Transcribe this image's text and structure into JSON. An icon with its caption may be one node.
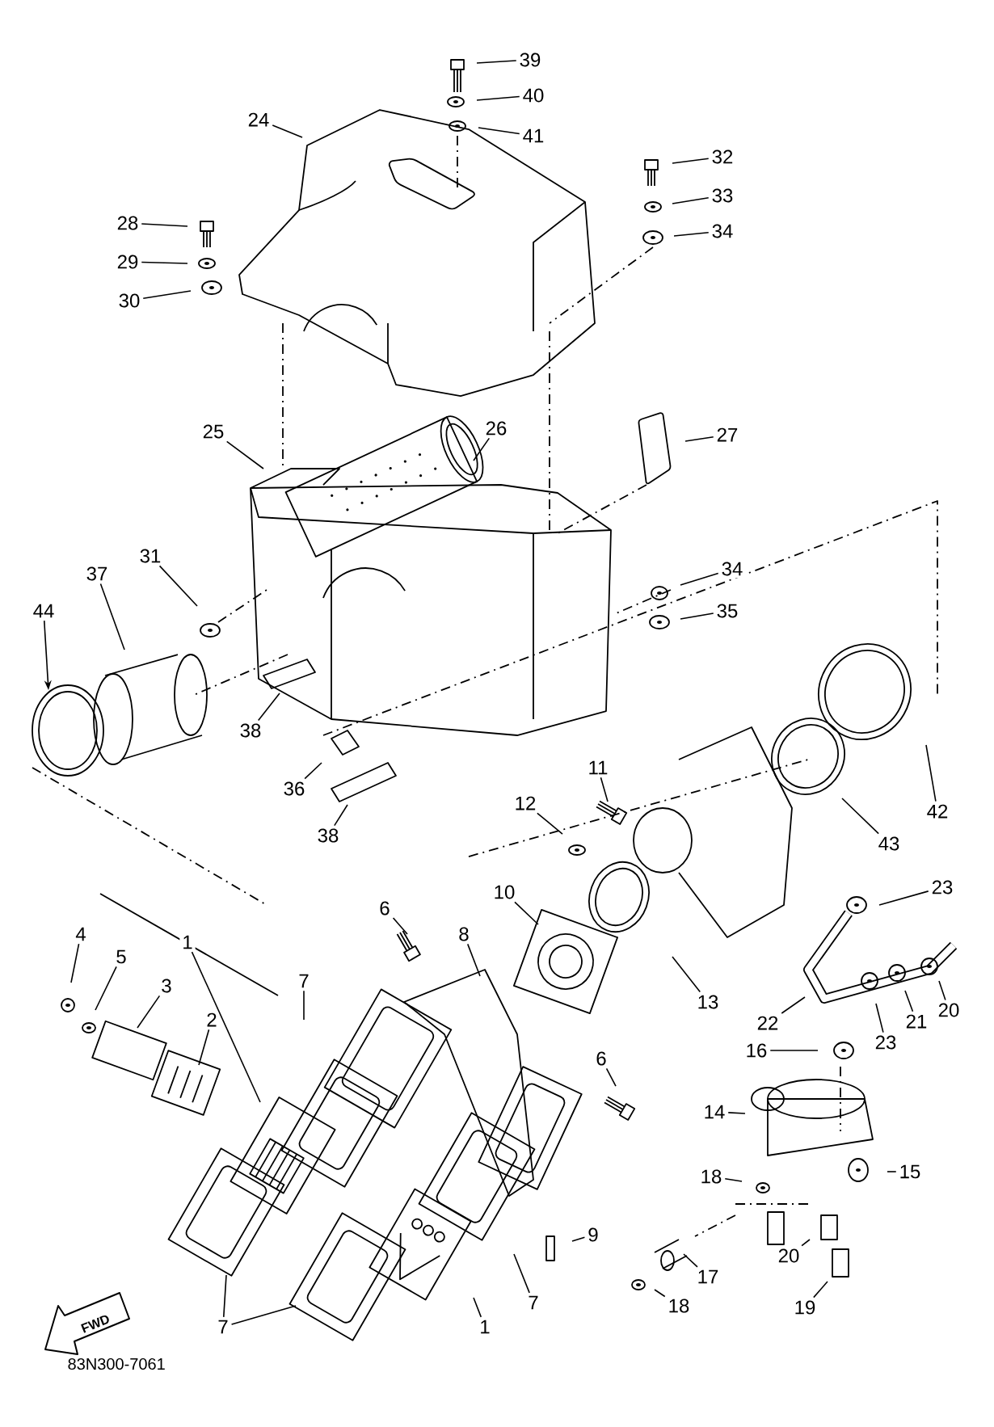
{
  "diagram": {
    "nodes": [
      {
        "text": [
          "39"
        ]
      },
      {
        "text": [
          "40"
        ]
      },
      {
        "text": [
          "41"
        ]
      },
      {
        "text": [
          "24"
        ]
      },
      {
        "text": [
          "32"
        ]
      },
      {
        "text": [
          "33"
        ]
      },
      {
        "text": [
          "34"
        ]
      },
      {
        "text": [
          "28"
        ]
      },
      {
        "text": [
          "29"
        ]
      },
      {
        "text": [
          "30"
        ]
      },
      {
        "text": [
          "25"
        ]
      },
      {
        "text": [
          "26"
        ]
      },
      {
        "text": [
          "27"
        ]
      },
      {
        "text": [
          "31"
        ]
      },
      {
        "text": [
          "37"
        ]
      },
      {
        "text": [
          "44"
        ]
      },
      {
        "text": [
          "34"
        ]
      },
      {
        "text": [
          "35"
        ]
      },
      {
        "text": [
          "38"
        ]
      },
      {
        "text": [
          "36"
        ]
      },
      {
        "text": [
          "38"
        ]
      },
      {
        "text": [
          "11"
        ]
      },
      {
        "text": [
          "12"
        ]
      },
      {
        "text": [
          "10"
        ]
      },
      {
        "text": [
          "13"
        ]
      },
      {
        "text": [
          "43"
        ]
      },
      {
        "text": [
          "42"
        ]
      },
      {
        "text": [
          "23"
        ]
      },
      {
        "text": [
          "22"
        ]
      },
      {
        "text": [
          "23"
        ]
      },
      {
        "text": [
          "21"
        ]
      },
      {
        "text": [
          "20"
        ]
      },
      {
        "text": [
          "16"
        ]
      },
      {
        "text": [
          "14"
        ]
      },
      {
        "text": [
          "15"
        ]
      },
      {
        "text": [
          "18"
        ]
      },
      {
        "text": [
          "17"
        ]
      },
      {
        "text": [
          "18"
        ]
      },
      {
        "text": [
          "20"
        ]
      },
      {
        "text": [
          "19"
        ]
      },
      {
        "text": [
          "6"
        ]
      },
      {
        "text": [
          "8"
        ]
      },
      {
        "text": [
          "6"
        ]
      },
      {
        "text": [
          "7"
        ]
      },
      {
        "text": [
          "9"
        ]
      },
      {
        "text": [
          "7"
        ]
      },
      {
        "text": [
          "1"
        ]
      },
      {
        "text": [
          "7"
        ]
      },
      {
        "text": [
          "4"
        ]
      },
      {
        "text": [
          "5"
        ]
      },
      {
        "text": [
          "3"
        ]
      },
      {
        "text": [
          "2"
        ]
      },
      {
        "text": [
          "1"
        ]
      }
    ],
    "edges": [
      {
        "from": 0,
        "to": null,
        "arrow": "none"
      },
      {
        "from": 1,
        "to": null,
        "arrow": "none"
      },
      {
        "from": 2,
        "to": null,
        "arrow": "none"
      },
      {
        "from": 3,
        "to": null,
        "arrow": "none"
      },
      {
        "from": 4,
        "to": null,
        "arrow": "none"
      },
      {
        "from": 5,
        "to": null,
        "arrow": "none"
      },
      {
        "from": 6,
        "to": null,
        "arrow": "none"
      },
      {
        "from": 7,
        "to": null,
        "arrow": "none"
      },
      {
        "from": 8,
        "to": null,
        "arrow": "none"
      },
      {
        "from": 9,
        "to": null,
        "arrow": "none"
      },
      {
        "from": 10,
        "to": null,
        "arrow": "none"
      },
      {
        "from": 11,
        "to": null,
        "arrow": "none"
      },
      {
        "from": 12,
        "to": null,
        "arrow": "none"
      },
      {
        "from": 13,
        "to": null,
        "arrow": "none"
      },
      {
        "from": 14,
        "to": null,
        "arrow": "none"
      },
      {
        "from": 15,
        "to": null,
        "arrow": "to"
      },
      {
        "from": 16,
        "to": null,
        "arrow": "none"
      },
      {
        "from": 17,
        "to": null,
        "arrow": "none"
      },
      {
        "from": 18,
        "to": null,
        "arrow": "none"
      },
      {
        "from": 19,
        "to": null,
        "arrow": "none"
      },
      {
        "from": 20,
        "to": null,
        "arrow": "none"
      },
      {
        "from": 21,
        "to": null,
        "arrow": "none"
      },
      {
        "from": 22,
        "to": null,
        "arrow": "none"
      },
      {
        "from": 23,
        "to": null,
        "arrow": "none"
      },
      {
        "from": 24,
        "to": null,
        "arrow": "none"
      },
      {
        "from": 25,
        "to": null,
        "arrow": "none"
      },
      {
        "from": 26,
        "to": null,
        "arrow": "none"
      },
      {
        "from": 27,
        "to": null,
        "arrow": "none"
      },
      {
        "from": 28,
        "to": null,
        "arrow": "none"
      },
      {
        "from": 29,
        "to": null,
        "arrow": "none"
      },
      {
        "from": 30,
        "to": null,
        "arrow": "none"
      },
      {
        "from": 31,
        "to": null,
        "arrow": "none"
      },
      {
        "from": 32,
        "to": null,
        "arrow": "none"
      },
      {
        "from": 33,
        "to": null,
        "arrow": "none"
      },
      {
        "from": 34,
        "to": null,
        "arrow": "none"
      },
      {
        "from": 35,
        "to": null,
        "arrow": "none"
      },
      {
        "from": 36,
        "to": null,
        "arrow": "none"
      },
      {
        "from": 37,
        "to": null,
        "arrow": "none"
      },
      {
        "from": 38,
        "to": null,
        "arrow": "none"
      },
      {
        "from": 39,
        "to": null,
        "arrow": "none"
      },
      {
        "from": 40,
        "to": null,
        "arrow": "none"
      },
      {
        "from": 41,
        "to": null,
        "arrow": "none"
      },
      {
        "from": 42,
        "to": null,
        "arrow": "none"
      },
      {
        "from": 43,
        "to": null,
        "arrow": "none"
      },
      {
        "from": 44,
        "to": null,
        "arrow": "none"
      },
      {
        "from": 45,
        "to": null,
        "arrow": "none"
      },
      {
        "from": 46,
        "to": null,
        "arrow": "none"
      },
      {
        "from": 47,
        "to": null,
        "arrow": "none"
      },
      {
        "from": 47,
        "to": null,
        "arrow": "none"
      },
      {
        "from": 48,
        "to": null,
        "arrow": "none"
      },
      {
        "from": 49,
        "to": null,
        "arrow": "none"
      },
      {
        "from": 50,
        "to": null,
        "arrow": "none"
      },
      {
        "from": 51,
        "to": null,
        "arrow": "none"
      },
      {
        "from": 52,
        "to": null,
        "arrow": "none"
      }
    ],
    "labels": [
      "FWD",
      "83N300-7061"
    ]
  }
}
